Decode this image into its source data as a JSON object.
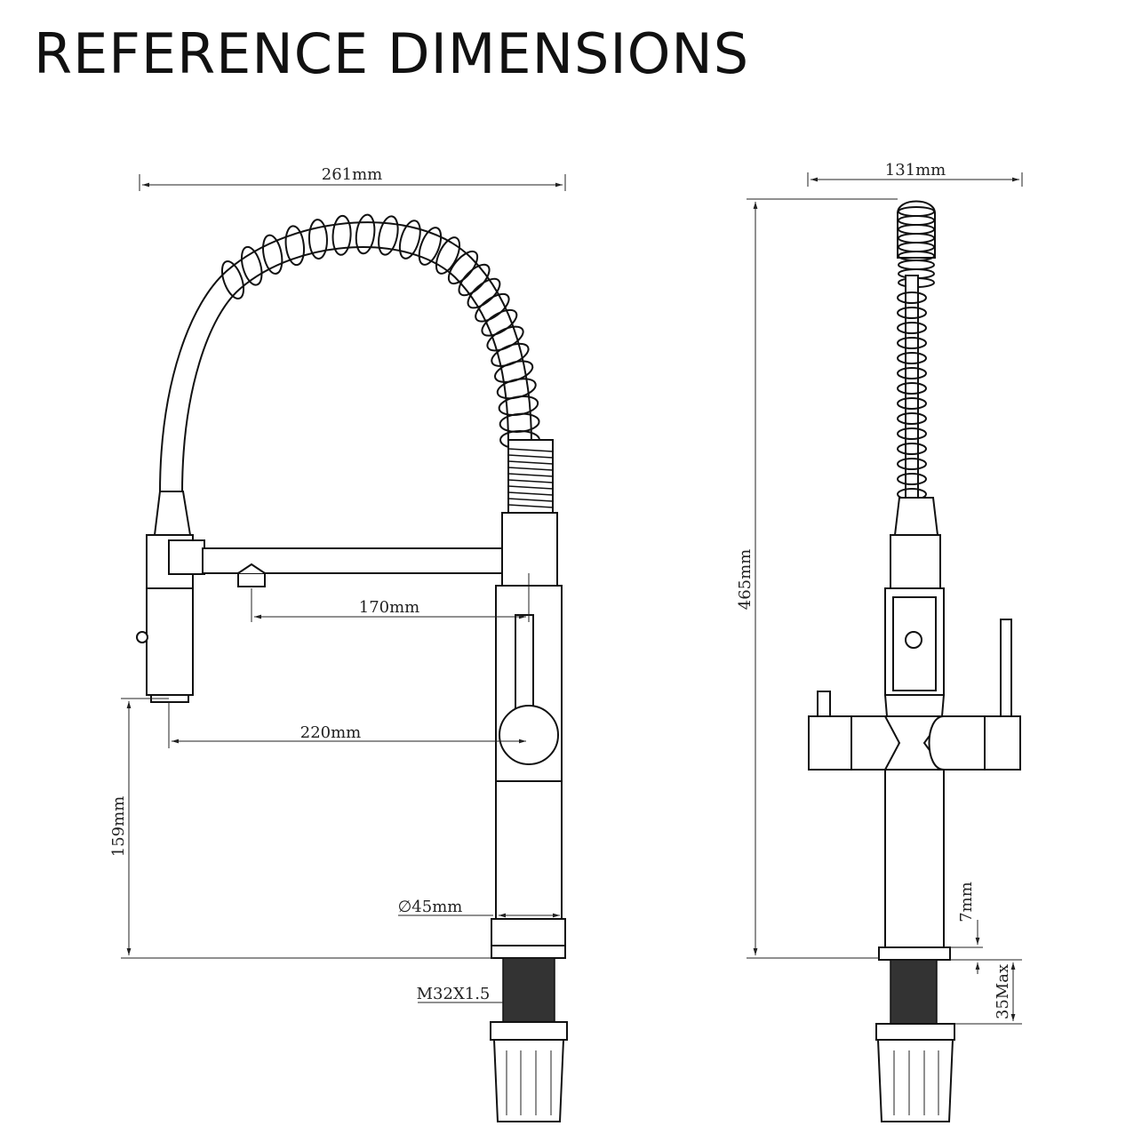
{
  "title": "REFERENCE DIMENSIONS",
  "front_view": {
    "width_label": "261mm",
    "spout_reach_label": "170mm",
    "sprayer_reach_label": "220mm",
    "spray_height_label": "159mm",
    "base_diameter_label": "∅45mm",
    "thread_label": "M32X1.5"
  },
  "side_view": {
    "width_label": "131mm",
    "total_height_label": "465mm",
    "flange_label": "7mm",
    "deck_label": "35Max"
  }
}
